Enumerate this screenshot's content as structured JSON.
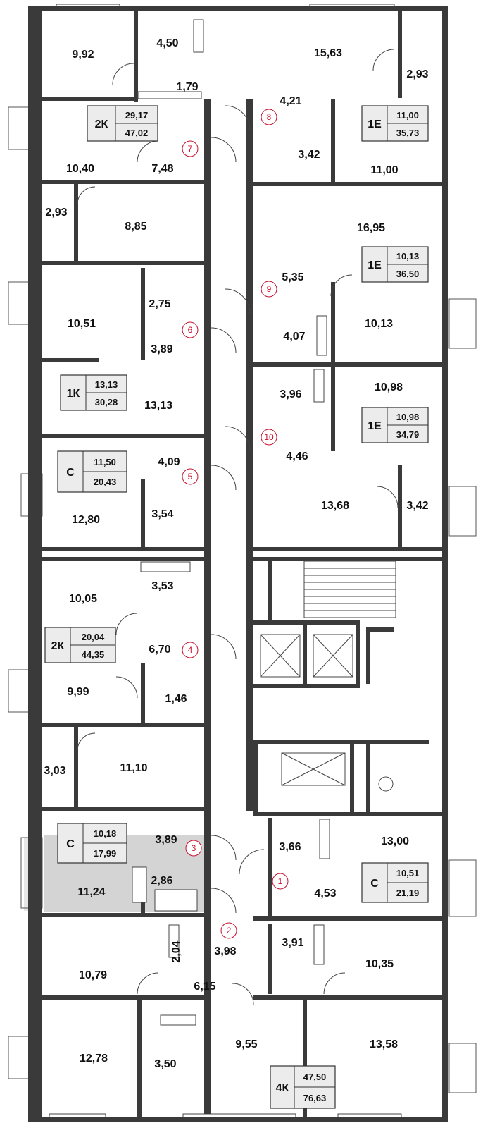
{
  "colors": {
    "wall": "#3a3a3a",
    "highlight_unit": "#d4d4d4",
    "unit_number": "#c8102e",
    "badge_fill": "#ececec"
  },
  "rooms": [
    {
      "id": "r1",
      "area": "9,92"
    },
    {
      "id": "r2",
      "area": "4,50"
    },
    {
      "id": "r3",
      "area": "1,79"
    },
    {
      "id": "r4",
      "area": "10,40"
    },
    {
      "id": "r5",
      "area": "7,48"
    },
    {
      "id": "r6",
      "area": "2,93"
    },
    {
      "id": "r7",
      "area": "8,85"
    },
    {
      "id": "r8",
      "area": "15,63"
    },
    {
      "id": "r9",
      "area": "2,93"
    },
    {
      "id": "r10",
      "area": "4,21"
    },
    {
      "id": "r11",
      "area": "3,42"
    },
    {
      "id": "r12",
      "area": "11,00"
    },
    {
      "id": "r13",
      "area": "16,95"
    },
    {
      "id": "r14",
      "area": "5,35"
    },
    {
      "id": "r15",
      "area": "4,07"
    },
    {
      "id": "r16",
      "area": "10,13"
    },
    {
      "id": "r17",
      "area": "10,51"
    },
    {
      "id": "r18",
      "area": "2,75"
    },
    {
      "id": "r19",
      "area": "3,89"
    },
    {
      "id": "r20",
      "area": "13,13"
    },
    {
      "id": "r21",
      "area": "10,98"
    },
    {
      "id": "r22",
      "area": "3,96"
    },
    {
      "id": "r23",
      "area": "4,46"
    },
    {
      "id": "r24",
      "area": "4,09"
    },
    {
      "id": "r25",
      "area": "12,80"
    },
    {
      "id": "r26",
      "area": "3,54"
    },
    {
      "id": "r27",
      "area": "13,68"
    },
    {
      "id": "r28",
      "area": "3,42"
    },
    {
      "id": "r29",
      "area": "10,05"
    },
    {
      "id": "r30",
      "area": "3,53"
    },
    {
      "id": "r31",
      "area": "6,70"
    },
    {
      "id": "r32",
      "area": "9,99"
    },
    {
      "id": "r33",
      "area": "1,46"
    },
    {
      "id": "r34",
      "area": "3,03"
    },
    {
      "id": "r35",
      "area": "11,10"
    },
    {
      "id": "r36",
      "area": "3,89"
    },
    {
      "id": "r37",
      "area": "11,24"
    },
    {
      "id": "r38",
      "area": "2,86"
    },
    {
      "id": "r39",
      "area": "3,66"
    },
    {
      "id": "r40",
      "area": "13,00"
    },
    {
      "id": "r41",
      "area": "4,53"
    },
    {
      "id": "r42",
      "area": "2,04"
    },
    {
      "id": "r43",
      "area": "3,98"
    },
    {
      "id": "r44",
      "area": "3,91"
    },
    {
      "id": "r45",
      "area": "10,79"
    },
    {
      "id": "r46",
      "area": "10,35"
    },
    {
      "id": "r47",
      "area": "6,15"
    },
    {
      "id": "r48",
      "area": "12,78"
    },
    {
      "id": "r49",
      "area": "3,50"
    },
    {
      "id": "r50",
      "area": "9,55"
    },
    {
      "id": "r51",
      "area": "13,58"
    }
  ],
  "badges": [
    {
      "id": "b1",
      "type": "2К",
      "living": "29,17",
      "total": "47,02"
    },
    {
      "id": "b2",
      "type": "1Е",
      "living": "11,00",
      "total": "35,73"
    },
    {
      "id": "b3",
      "type": "1Е",
      "living": "10,13",
      "total": "36,50"
    },
    {
      "id": "b4",
      "type": "1К",
      "living": "13,13",
      "total": "30,28"
    },
    {
      "id": "b5",
      "type": "1Е",
      "living": "10,98",
      "total": "34,79"
    },
    {
      "id": "b6",
      "type": "С",
      "living": "11,50",
      "total": "20,43"
    },
    {
      "id": "b7",
      "type": "2К",
      "living": "20,04",
      "total": "44,35"
    },
    {
      "id": "b8",
      "type": "С",
      "living": "10,18",
      "total": "17,99"
    },
    {
      "id": "b9",
      "type": "С",
      "living": "10,51",
      "total": "21,19"
    },
    {
      "id": "b10",
      "type": "4К",
      "living": "47,50",
      "total": "76,63"
    }
  ],
  "units": [
    {
      "id": "u1",
      "num": "1"
    },
    {
      "id": "u2",
      "num": "2"
    },
    {
      "id": "u3",
      "num": "3"
    },
    {
      "id": "u4",
      "num": "4"
    },
    {
      "id": "u5",
      "num": "5"
    },
    {
      "id": "u6",
      "num": "6"
    },
    {
      "id": "u7",
      "num": "7"
    },
    {
      "id": "u8",
      "num": "8"
    },
    {
      "id": "u9",
      "num": "9"
    },
    {
      "id": "u10",
      "num": "10"
    }
  ]
}
